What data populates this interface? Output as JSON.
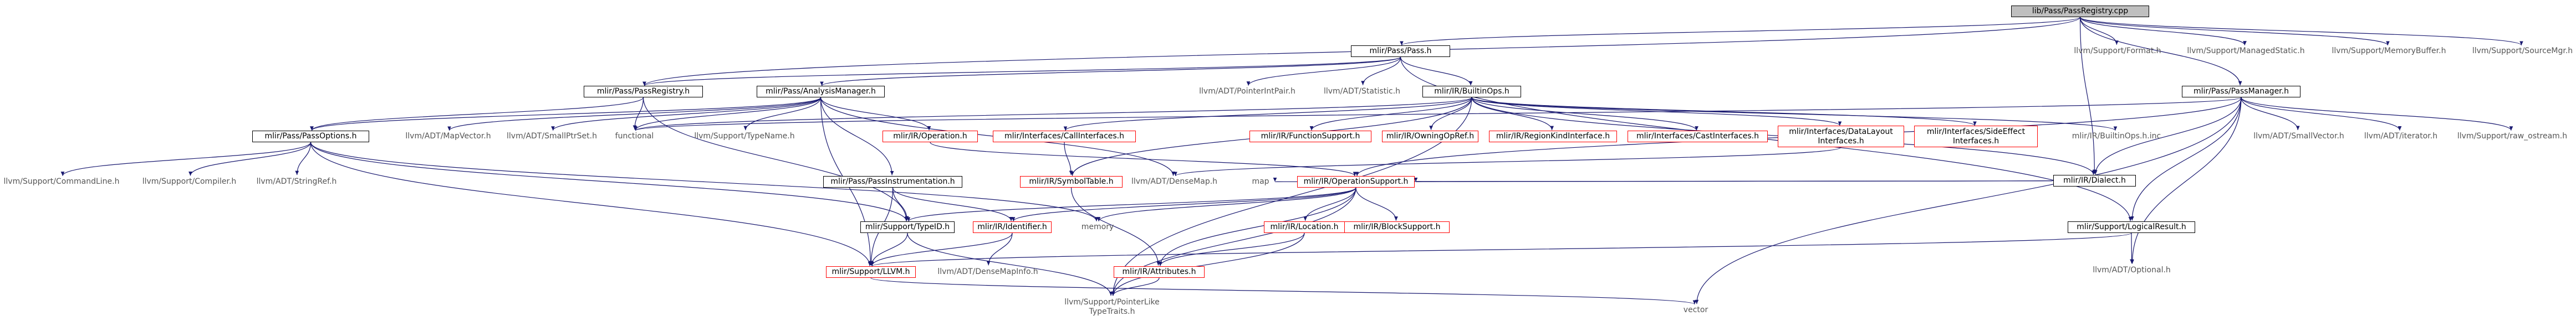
{
  "colors": {
    "edge": "#191970",
    "root_fill": "#bfbfbf",
    "missing_header_border": "#ff0000",
    "header_border": "#000000"
  },
  "nodes": [
    {
      "id": "root",
      "label": "lib/Pass/PassRegistry.cpp",
      "kind": "root"
    },
    {
      "id": "passh",
      "label": "mlir/Pass/Pass.h",
      "kind": "box"
    },
    {
      "id": "fmt",
      "label": "llvm/Support/Format.h",
      "kind": "plain"
    },
    {
      "id": "mstatic",
      "label": "llvm/Support/ManagedStatic.h",
      "kind": "plain"
    },
    {
      "id": "membuf",
      "label": "llvm/Support/MemoryBuffer.h",
      "kind": "plain"
    },
    {
      "id": "srcmgr",
      "label": "llvm/Support/SourceMgr.h",
      "kind": "plain"
    },
    {
      "id": "passreg",
      "label": "mlir/Pass/PassRegistry.h",
      "kind": "box"
    },
    {
      "id": "analysis",
      "label": "mlir/Pass/AnalysisManager.h",
      "kind": "box"
    },
    {
      "id": "ptrint",
      "label": "llvm/ADT/PointerIntPair.h",
      "kind": "plain"
    },
    {
      "id": "stat",
      "label": "llvm/ADT/Statistic.h",
      "kind": "plain"
    },
    {
      "id": "builtin",
      "label": "mlir/IR/BuiltinOps.h",
      "kind": "box"
    },
    {
      "id": "passmgr",
      "label": "mlir/Pass/PassManager.h",
      "kind": "box"
    },
    {
      "id": "passopt",
      "label": "mlir/Pass/PassOptions.h",
      "kind": "box"
    },
    {
      "id": "mapvec",
      "label": "llvm/ADT/MapVector.h",
      "kind": "plain"
    },
    {
      "id": "smallptr",
      "label": "llvm/ADT/SmallPtrSet.h",
      "kind": "plain"
    },
    {
      "id": "functional",
      "label": "functional",
      "kind": "plain"
    },
    {
      "id": "typename",
      "label": "llvm/Support/TypeName.h",
      "kind": "plain"
    },
    {
      "id": "operation",
      "label": "mlir/IR/Operation.h",
      "kind": "red"
    },
    {
      "id": "callif",
      "label": "mlir/Interfaces/CallInterfaces.h",
      "kind": "red"
    },
    {
      "id": "funcsup",
      "label": "mlir/IR/FunctionSupport.h",
      "kind": "red"
    },
    {
      "id": "owning",
      "label": "mlir/IR/OwningOpRef.h",
      "kind": "red"
    },
    {
      "id": "region",
      "label": "mlir/IR/RegionKindInterface.h",
      "kind": "red"
    },
    {
      "id": "castif",
      "label": "mlir/Interfaces/CastInterfaces.h",
      "kind": "red"
    },
    {
      "id": "datalayout",
      "label": "mlir/Interfaces/DataLayout\nInterfaces.h",
      "kind": "red"
    },
    {
      "id": "sideeffect",
      "label": "mlir/Interfaces/SideEffect\nInterfaces.h",
      "kind": "red"
    },
    {
      "id": "builtininc",
      "label": "mlir/IR/BuiltinOps.h.inc",
      "kind": "plain"
    },
    {
      "id": "dialect",
      "label": "mlir/IR/Dialect.h",
      "kind": "box"
    },
    {
      "id": "smallvec",
      "label": "llvm/ADT/SmallVector.h",
      "kind": "plain"
    },
    {
      "id": "iterator",
      "label": "llvm/ADT/iterator.h",
      "kind": "plain"
    },
    {
      "id": "rawos",
      "label": "llvm/Support/raw_ostream.h",
      "kind": "plain"
    },
    {
      "id": "cmdline",
      "label": "llvm/Support/CommandLine.h",
      "kind": "plain"
    },
    {
      "id": "compiler",
      "label": "llvm/Support/Compiler.h",
      "kind": "plain"
    },
    {
      "id": "stringref",
      "label": "llvm/ADT/StringRef.h",
      "kind": "plain"
    },
    {
      "id": "passinst",
      "label": "mlir/Pass/PassInstrumentation.h",
      "kind": "box"
    },
    {
      "id": "symtab",
      "label": "mlir/IR/SymbolTable.h",
      "kind": "red"
    },
    {
      "id": "densemap",
      "label": "llvm/ADT/DenseMap.h",
      "kind": "plain"
    },
    {
      "id": "map",
      "label": "map",
      "kind": "plain"
    },
    {
      "id": "opsupport",
      "label": "mlir/IR/OperationSupport.h",
      "kind": "red"
    },
    {
      "id": "logical",
      "label": "mlir/Support/LogicalResult.h",
      "kind": "box"
    },
    {
      "id": "typeid",
      "label": "mlir/Support/TypeID.h",
      "kind": "box"
    },
    {
      "id": "identifier",
      "label": "mlir/IR/Identifier.h",
      "kind": "red"
    },
    {
      "id": "memory",
      "label": "memory",
      "kind": "plain"
    },
    {
      "id": "location",
      "label": "mlir/IR/Location.h",
      "kind": "red"
    },
    {
      "id": "blocksup",
      "label": "mlir/IR/BlockSupport.h",
      "kind": "red"
    },
    {
      "id": "optional",
      "label": "llvm/ADT/Optional.h",
      "kind": "plain"
    },
    {
      "id": "llvmh",
      "label": "mlir/Support/LLVM.h",
      "kind": "red"
    },
    {
      "id": "densemapinfo",
      "label": "llvm/ADT/DenseMapInfo.h",
      "kind": "plain"
    },
    {
      "id": "attributes",
      "label": "mlir/IR/Attributes.h",
      "kind": "red"
    },
    {
      "id": "vector",
      "label": "vector",
      "kind": "plain"
    },
    {
      "id": "ptrlike",
      "label": "llvm/Support/PointerLike\nTypeTraits.h",
      "kind": "plain"
    }
  ],
  "edges": [
    [
      "root",
      "passh"
    ],
    [
      "root",
      "fmt"
    ],
    [
      "root",
      "mstatic"
    ],
    [
      "root",
      "membuf"
    ],
    [
      "root",
      "srcmgr"
    ],
    [
      "root",
      "passmgr"
    ],
    [
      "root",
      "passreg"
    ],
    [
      "root",
      "dialect"
    ],
    [
      "passh",
      "passreg"
    ],
    [
      "passh",
      "analysis"
    ],
    [
      "passh",
      "ptrint"
    ],
    [
      "passh",
      "stat"
    ],
    [
      "passh",
      "builtin"
    ],
    [
      "passh",
      "logical"
    ],
    [
      "passreg",
      "passopt"
    ],
    [
      "passreg",
      "functional"
    ],
    [
      "passreg",
      "typeid"
    ],
    [
      "analysis",
      "mapvec"
    ],
    [
      "analysis",
      "smallptr"
    ],
    [
      "analysis",
      "functional"
    ],
    [
      "analysis",
      "typename"
    ],
    [
      "analysis",
      "operation"
    ],
    [
      "analysis",
      "passinst"
    ],
    [
      "analysis",
      "densemap"
    ],
    [
      "analysis",
      "llvmh"
    ],
    [
      "analysis",
      "passopt"
    ],
    [
      "builtin",
      "callif"
    ],
    [
      "builtin",
      "funcsup"
    ],
    [
      "builtin",
      "owning"
    ],
    [
      "builtin",
      "region"
    ],
    [
      "builtin",
      "castif"
    ],
    [
      "builtin",
      "datalayout"
    ],
    [
      "builtin",
      "sideeffect"
    ],
    [
      "builtin",
      "builtininc"
    ],
    [
      "builtin",
      "symtab"
    ],
    [
      "builtin",
      "ptrlike"
    ],
    [
      "builtin",
      "functional"
    ],
    [
      "builtin",
      "dialect"
    ],
    [
      "passmgr",
      "dialect"
    ],
    [
      "passmgr",
      "smallvec"
    ],
    [
      "passmgr",
      "iterator"
    ],
    [
      "passmgr",
      "rawos"
    ],
    [
      "passmgr",
      "logical"
    ],
    [
      "passmgr",
      "optional"
    ],
    [
      "passmgr",
      "vector"
    ],
    [
      "passmgr",
      "functional"
    ],
    [
      "passmgr",
      "opsupport"
    ],
    [
      "passopt",
      "cmdline"
    ],
    [
      "passopt",
      "compiler"
    ],
    [
      "passopt",
      "stringref"
    ],
    [
      "passopt",
      "llvmh"
    ],
    [
      "passopt",
      "typeid"
    ],
    [
      "passopt",
      "memory"
    ],
    [
      "operation",
      "opsupport"
    ],
    [
      "callif",
      "symtab"
    ],
    [
      "symtab",
      "attributes"
    ],
    [
      "datalayout",
      "densemap"
    ],
    [
      "dialect",
      "opsupport"
    ],
    [
      "dialect",
      "map"
    ],
    [
      "passinst",
      "typeid"
    ],
    [
      "passinst",
      "identifier"
    ],
    [
      "passinst",
      "llvmh"
    ],
    [
      "opsupport",
      "typeid"
    ],
    [
      "opsupport",
      "identifier"
    ],
    [
      "opsupport",
      "location"
    ],
    [
      "opsupport",
      "blocksup"
    ],
    [
      "opsupport",
      "memory"
    ],
    [
      "opsupport",
      "ptrlike"
    ],
    [
      "opsupport",
      "attributes"
    ],
    [
      "logical",
      "llvmh"
    ],
    [
      "logical",
      "optional"
    ],
    [
      "typeid",
      "llvmh"
    ],
    [
      "typeid",
      "ptrlike"
    ],
    [
      "identifier",
      "llvmh"
    ],
    [
      "identifier",
      "densemapinfo"
    ],
    [
      "location",
      "attributes"
    ],
    [
      "location",
      "ptrlike"
    ],
    [
      "attributes",
      "ptrlike"
    ],
    [
      "llvmh",
      "vector"
    ]
  ]
}
